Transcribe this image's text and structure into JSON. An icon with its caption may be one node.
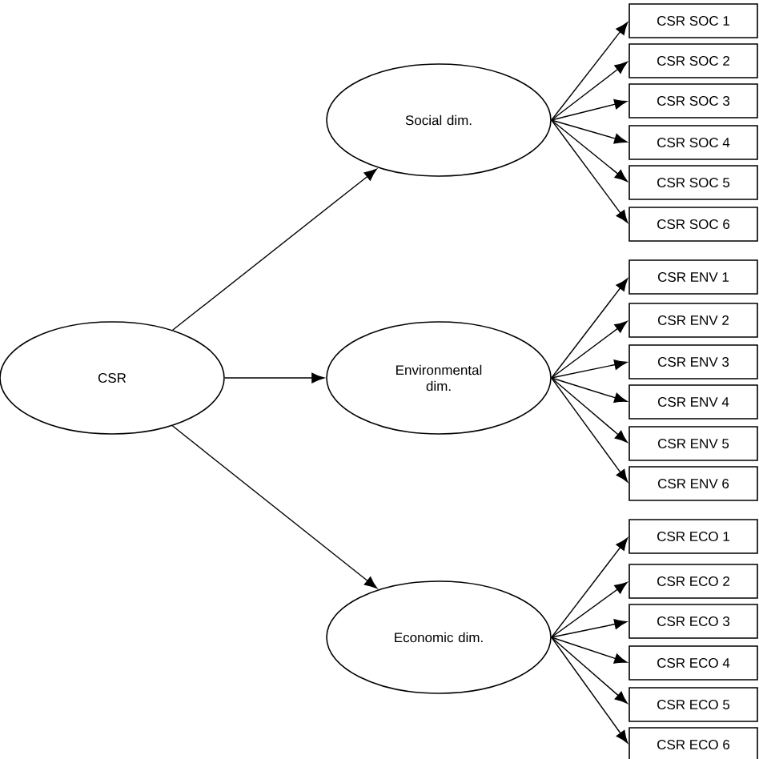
{
  "diagram": {
    "nodes": [
      {
        "text": [
          "CSR"
        ]
      },
      {
        "text": [
          "Social dim."
        ]
      },
      {
        "text": [
          "Environmental dim."
        ]
      },
      {
        "text": [
          "Economic dim."
        ]
      },
      {
        "text": [
          "CSR SOC 1"
        ]
      },
      {
        "text": [
          "CSR SOC 2"
        ]
      },
      {
        "text": [
          "CSR SOC 3"
        ]
      },
      {
        "text": [
          "CSR SOC 4"
        ]
      },
      {
        "text": [
          "CSR SOC 5"
        ]
      },
      {
        "text": [
          "CSR SOC 6"
        ]
      },
      {
        "text": [
          "CSR ENV 1"
        ]
      },
      {
        "text": [
          "CSR ENV 2"
        ]
      },
      {
        "text": [
          "CSR ENV 3"
        ]
      },
      {
        "text": [
          "CSR ENV 4"
        ]
      },
      {
        "text": [
          "CSR ENV 5"
        ]
      },
      {
        "text": [
          "CSR ENV 6"
        ]
      },
      {
        "text": [
          "CSR ECO 1"
        ]
      },
      {
        "text": [
          "CSR ECO 2"
        ]
      },
      {
        "text": [
          "CSR ECO 3"
        ]
      },
      {
        "text": [
          "CSR ECO 4"
        ]
      },
      {
        "text": [
          "CSR ECO 5"
        ]
      },
      {
        "text": [
          "CSR ECO 6"
        ]
      }
    ],
    "edges": [
      {
        "from": 0,
        "to": 1,
        "arrow": "to"
      },
      {
        "from": 0,
        "to": 2,
        "arrow": "to"
      },
      {
        "from": 0,
        "to": 3,
        "arrow": "to"
      },
      {
        "from": 1,
        "to": 4,
        "arrow": "to"
      },
      {
        "from": 1,
        "to": 5,
        "arrow": "to"
      },
      {
        "from": 1,
        "to": 6,
        "arrow": "to"
      },
      {
        "from": 1,
        "to": 7,
        "arrow": "to"
      },
      {
        "from": 1,
        "to": 8,
        "arrow": "to"
      },
      {
        "from": 1,
        "to": 9,
        "arrow": "to"
      },
      {
        "from": 2,
        "to": 10,
        "arrow": "to"
      },
      {
        "from": 2,
        "to": 11,
        "arrow": "to"
      },
      {
        "from": 2,
        "to": 12,
        "arrow": "to"
      },
      {
        "from": 2,
        "to": 13,
        "arrow": "to"
      },
      {
        "from": 2,
        "to": 14,
        "arrow": "to"
      },
      {
        "from": 2,
        "to": 15,
        "arrow": "to"
      },
      {
        "from": 3,
        "to": 16,
        "arrow": "to"
      },
      {
        "from": 3,
        "to": 17,
        "arrow": "to"
      },
      {
        "from": 3,
        "to": 18,
        "arrow": "to"
      },
      {
        "from": 3,
        "to": 19,
        "arrow": "to"
      },
      {
        "from": 3,
        "to": 20,
        "arrow": "to"
      },
      {
        "from": 3,
        "to": 21,
        "arrow": "to"
      }
    ]
  }
}
